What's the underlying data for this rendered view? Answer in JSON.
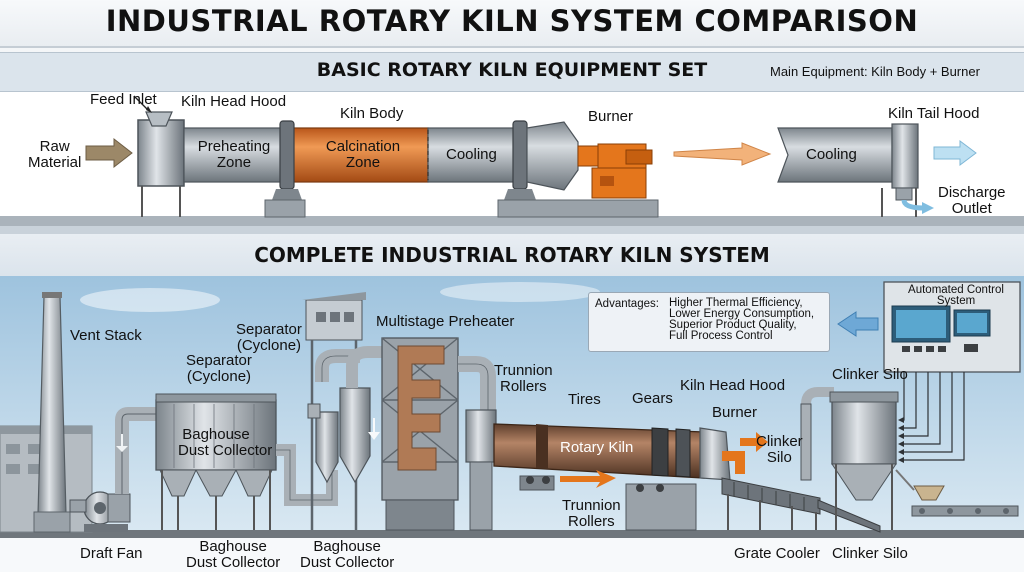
{
  "title": "INDUSTRIAL ROTARY KILN SYSTEM COMPARISON",
  "basic": {
    "heading": "BASIC ROTARY KILN EQUIPMENT SET",
    "main_equipment": "Main Equipment: Kiln Body + Burner",
    "raw_material": [
      "Raw",
      "Material"
    ],
    "feed_inlet": "Feed Inlet",
    "kiln_head_hood": "Kiln Head Hood",
    "kiln_body": "Kiln Body",
    "preheating_zone": [
      "Preheating",
      "Zone"
    ],
    "calcination_zone": [
      "Calcination",
      "Zone"
    ],
    "cooling": "Cooling",
    "burner": "Burner",
    "kiln_tail_hood": "Kiln Tail Hood",
    "tail_cooling": "Cooling",
    "discharge_outlet": [
      "Discharge",
      "Outlet"
    ]
  },
  "complete": {
    "heading": "COMPLETE INDUSTRIAL ROTARY KILN SYSTEM",
    "vent_stack": "Vent Stack",
    "separator_top": [
      "Separator",
      "(Cyclone)"
    ],
    "separator_left": [
      "Separator",
      "(Cyclone)"
    ],
    "multistage_preheater": "Multistage Preheater",
    "baghouse_in": [
      "Baghouse",
      "Dust Collector"
    ],
    "trunnion_rollers_top": [
      "Trunnion",
      "Rollers"
    ],
    "tires": "Tires",
    "gears": "Gears",
    "kiln_head_hood": "Kiln Head Hood",
    "burner": "Burner",
    "rotary_kiln": "Rotary Kiln",
    "clinker_silo_inline": [
      "Clinker",
      "Silo"
    ],
    "trunnion_rollers_bottom": [
      "Trunnion",
      "Rollers"
    ],
    "clinker_silo_top": "Clinker Silo",
    "advantages_label": "Advantages:",
    "advantages": [
      "Higher Thermal Efficiency,",
      "Lower Energy Consumption,",
      "Superior Product Quality,",
      "Full Process Control"
    ],
    "control_system": [
      "Automated Control",
      "System"
    ],
    "bottom_labels": {
      "draft_fan": "Draft Fan",
      "baghouse_1": [
        "Baghouse",
        "Dust Collector"
      ],
      "baghouse_2": [
        "Baghouse",
        "Dust Collector"
      ],
      "grate_cooler": "Grate Cooler",
      "clinker_silo": "Clinker Silo"
    }
  },
  "colors": {
    "kiln_gray": "#a9b0b6",
    "calcination": "#e07a2b",
    "burner_orange": "#e4761c",
    "arrow_blue": "#9fd0ec",
    "arrow_brown": "#9c8868",
    "rotary_kiln_brown": "#8a5e45"
  }
}
